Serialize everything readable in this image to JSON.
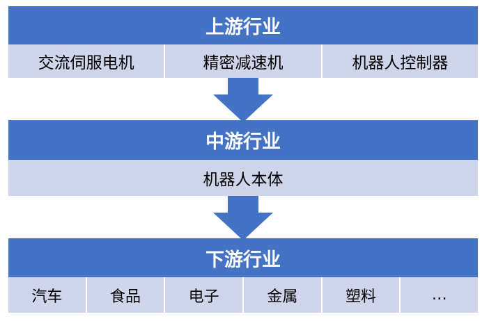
{
  "upstream": {
    "title": "上游行业",
    "items": [
      "交流伺服电机",
      "精密减速机",
      "机器人控制器"
    ]
  },
  "midstream": {
    "title": "中游行业",
    "items": [
      "机器人本体"
    ]
  },
  "downstream": {
    "title": "下游行业",
    "items": [
      "汽车",
      "食品",
      "电子",
      "金属",
      "塑料",
      "…"
    ]
  },
  "colors": {
    "header_bg": "#4472c4",
    "row_bg": "#cfd5ea",
    "arrow": "#4472c4"
  }
}
